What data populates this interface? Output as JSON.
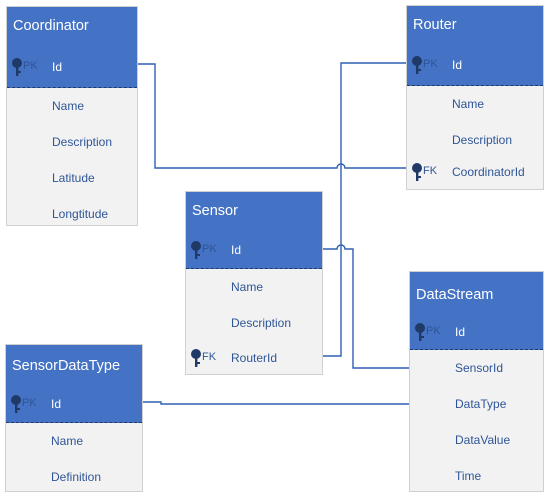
{
  "diagram": {
    "entities": {
      "coordinator": {
        "title": "Coordinator",
        "pk": {
          "key": "PK",
          "name": "Id"
        },
        "fields": [
          "Name",
          "Description",
          "Latitude",
          "Longtitude"
        ]
      },
      "router": {
        "title": "Router",
        "pk": {
          "key": "PK",
          "name": "Id"
        },
        "fields": [
          "Name",
          "Description"
        ],
        "fk": {
          "key": "FK",
          "name": "CoordinatorId"
        }
      },
      "sensor": {
        "title": "Sensor",
        "pk": {
          "key": "PK",
          "name": "Id"
        },
        "fields": [
          "Name",
          "Description"
        ],
        "fk": {
          "key": "FK",
          "name": "RouterId"
        }
      },
      "datastream": {
        "title": "DataStream",
        "pk": {
          "key": "PK",
          "name": "Id"
        },
        "fields": [
          "SensorId",
          "DataType",
          "DataValue",
          "Time"
        ]
      },
      "sensordatatype": {
        "title": "SensorDataType",
        "pk": {
          "key": "PK",
          "name": "Id"
        },
        "fields": [
          "Name",
          "Definition"
        ]
      }
    },
    "colors": {
      "header": "#4472c4",
      "body": "#f2f2f2",
      "text": "#2f5597",
      "connector": "#2f5fb3"
    },
    "icons": {
      "key": "key-icon"
    }
  }
}
